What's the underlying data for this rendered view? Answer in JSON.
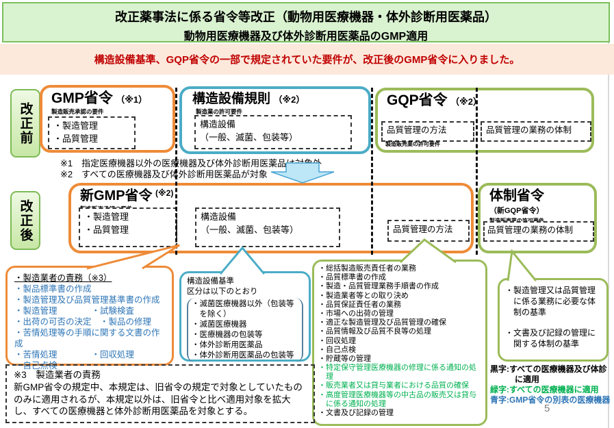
{
  "title": {
    "line1": "改正薬事法に係る省令等改正（動物用医療機器・体外診断用医薬品）",
    "line2": "動物用医療機器及び体外診断用医薬品のGMP適用"
  },
  "banner": {
    "text": "構造設備基準、GQP省令の一部で規定されていた要件が、改正後のGMP省令に入りました。"
  },
  "before": {
    "label": "改正前",
    "gmp": {
      "title": "GMP省令",
      "ref": "（※1）",
      "subtitle": "製造販売承認の要件",
      "items": [
        "・製造管理",
        "・品質管理"
      ]
    },
    "kozo": {
      "title": "構造設備規則",
      "ref": "（※2）",
      "subtitle": "製造業の許可要件",
      "box_line1": "構造設備",
      "box_line2": "（一般、滅菌、包装等）"
    },
    "gqp": {
      "title": "GQP省令",
      "ref": "（※2）",
      "box1": "品質管理の方法",
      "box1_note": "製造販売業の許可要件",
      "box2": "品質管理の業務の体制"
    }
  },
  "midnotes": {
    "n1": "※1　指定医療機器以外の医療機器及び体外診断用医薬品は対象外",
    "n2": "※2　すべての医療機器及び体外診断用医薬品が対象"
  },
  "after": {
    "label": "改正後",
    "new_gmp": {
      "title": "新GMP省令",
      "ref": "(※2)",
      "subtitle": "製造販売承認の要件",
      "items": [
        "・製造管理",
        "・品質管理"
      ],
      "box_kozo_line1": "構造設備",
      "box_kozo_line2": "（一般、滅菌、包装等）",
      "box_quality": "品質管理の方法"
    },
    "taisei": {
      "title": "体制省令",
      "sub1": "（新GQP省令）",
      "sub2": "製造販売業の許可要件",
      "box": "品質管理の業務の体制"
    }
  },
  "callouts": {
    "manufacturer": {
      "heading": "・製造業者の責務（※3）",
      "items": [
        "・製品標準書の作成",
        "・製造管理及び品質管理基準書の作成",
        "・製造管理　　　　・試験検査",
        "・出荷の可否の決定　・製品の修理",
        "・苦情処理等の手順に関する文書の作成",
        "・苦情処理　　　　・回収処理",
        "・自己点検"
      ]
    },
    "facility": {
      "line1": "構造設備基準",
      "line2": "区分は以下のとおり",
      "items": [
        "・滅菌医療機器以外（包装等を除く）",
        "・滅菌医療機器",
        "・医療機器の包装等",
        "・体外診断用医薬品",
        "・体外診断用医薬品の包装等"
      ]
    },
    "quality": {
      "items_black": [
        "・総括製造販売責任者の業務",
        "・品質標準書の作成",
        "・製造・品質管理業務手順書の作成",
        "・製造業者等との取り決め",
        "・品質保証責任者の業務",
        "・市場への出荷の管理",
        "・適正な製造管理及び品質管理の確保",
        "・品質情報及び品質不良等の処理",
        "・回収処理",
        "・自己点検",
        "・貯蔵等の管理"
      ],
      "items_green": [
        "・特定保守管理医療機器の修理に係る通知の処理",
        "・販売業者又は貸与業者における品質の確保",
        "・高度管理医療機器等の中古品の販売又は貸与に係る通知の処理"
      ],
      "item_black_last": "・文書及び記録の管理"
    },
    "system": {
      "items": [
        "・製造管理又は品質管理に係る業務に必要な体制の基準",
        "・文書及び記録の管理に関する体制の基準"
      ]
    }
  },
  "legend": {
    "black": "黒字:すべての医療機器及び体診\n　　　に適用",
    "green": "緑字:すべての医療機器に適用",
    "blue": "青字:GMP省令の別表の医療機器"
  },
  "note3": {
    "line1": "※3　製造業者の責務",
    "body": "新GMP省令の規定中、本規定は、旧省令の規定で対象としていたもののみに適用されるが、本規定以外は、旧省令と比べ適用対象を拡大し、すべての医療機器と体外診断用医薬品を対象とする。"
  },
  "page": {
    "number": "5"
  },
  "colors": {
    "orange": "#ee8b38",
    "teal": "#4bacc6",
    "olive_green": "#9bbb59",
    "title_bg": "#d9f2d0",
    "banner_bg": "#fce9dc",
    "banner_text": "#c00000",
    "blue_text": "#2e75b6",
    "green_text": "#00b050",
    "arrow_fill": "#bde6f7"
  }
}
